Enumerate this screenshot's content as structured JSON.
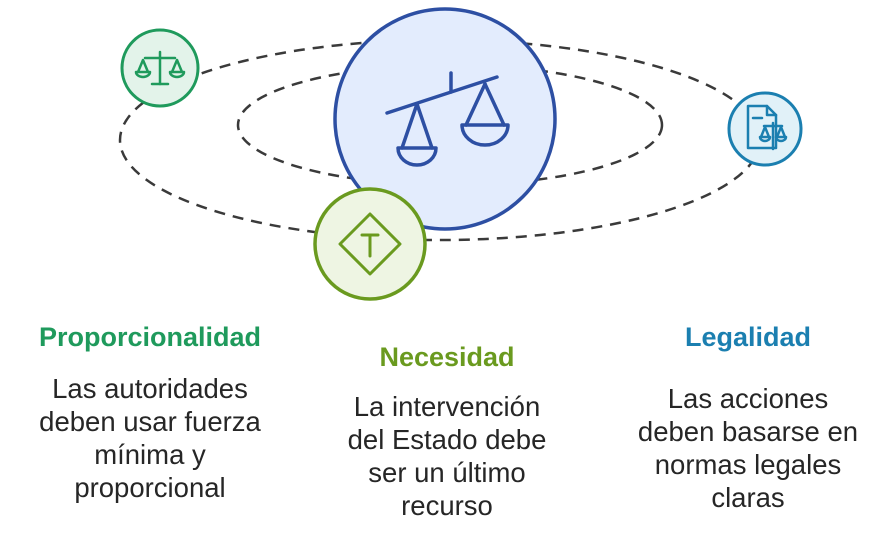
{
  "colors": {
    "proporcionalidad": "#1f9a5c",
    "necesidad": "#6a9a1f",
    "legalidad": "#1b7fb0",
    "center_fill": "#e3ecfd",
    "center_stroke": "#2d4fa3",
    "orbit": "#3a3a3a"
  },
  "icons": {
    "center": "balance-scale-icon",
    "proporcionalidad": "balance-scale-icon",
    "necesidad": "diamond-t-sign-icon",
    "legalidad": "legal-document-scale-icon"
  },
  "proporcionalidad": {
    "title": "Proporcionalidad",
    "description": [
      "Las autoridades",
      "deben usar fuerza",
      "mínima y",
      "proporcional"
    ]
  },
  "necesidad": {
    "title": "Necesidad",
    "description": [
      "La intervención",
      "del Estado debe",
      "ser un último",
      "recurso"
    ]
  },
  "legalidad": {
    "title": "Legalidad",
    "description": [
      "Las acciones",
      "deben basarse en",
      "normas legales",
      "claras"
    ]
  }
}
